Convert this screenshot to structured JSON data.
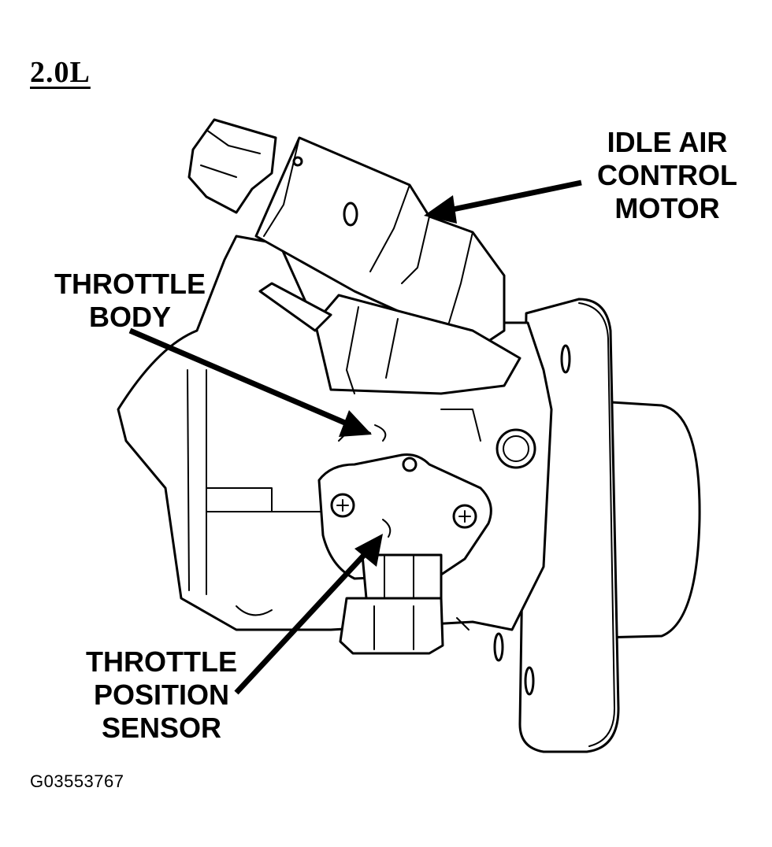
{
  "diagram": {
    "title": "2.0L",
    "figure_code": "G03553767",
    "labels": {
      "idle_air_control_motor": [
        "IDLE AIR",
        "CONTROL",
        "MOTOR"
      ],
      "throttle_body": [
        "THROTTLE",
        "BODY"
      ],
      "throttle_position_sensor": [
        "THROTTLE",
        "POSITION",
        "SENSOR"
      ]
    },
    "colors": {
      "line": "#000000",
      "background": "#ffffff"
    }
  }
}
